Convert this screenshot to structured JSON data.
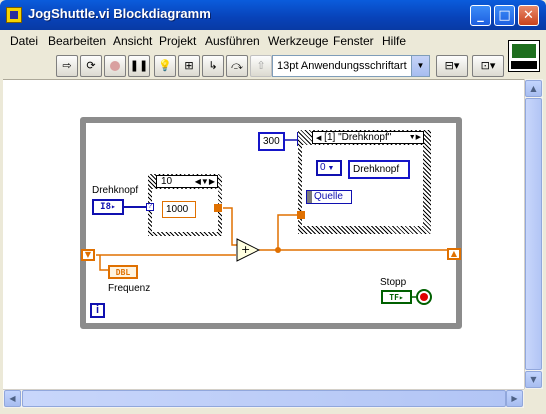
{
  "window": {
    "title": "JogShuttle.vi Blockdiagramm",
    "min_label": "_",
    "max_label": "□",
    "close_label": "✕"
  },
  "menu": [
    "Datei",
    "Bearbeiten",
    "Ansicht",
    "Projekt",
    "Ausführen",
    "Werkzeuge",
    "Fenster",
    "Hilfe"
  ],
  "toolbar": {
    "font_selector": "13pt Anwendungsschriftart"
  },
  "diagram": {
    "control_label": "Drehknopf",
    "control_type": "I8",
    "case_selector": "10",
    "wait_constant": "1000",
    "timeout_constant": "300",
    "event_selector": "[1] \"Drehknopf\"",
    "event_index": "0",
    "event_source": "Drehknopf",
    "event_data": "Quelle",
    "add_symbol": "+",
    "indicator_label": "Frequenz",
    "indicator_type": "DBL",
    "stop_label": "Stopp",
    "stop_type": "TF",
    "iteration_label": "i"
  }
}
